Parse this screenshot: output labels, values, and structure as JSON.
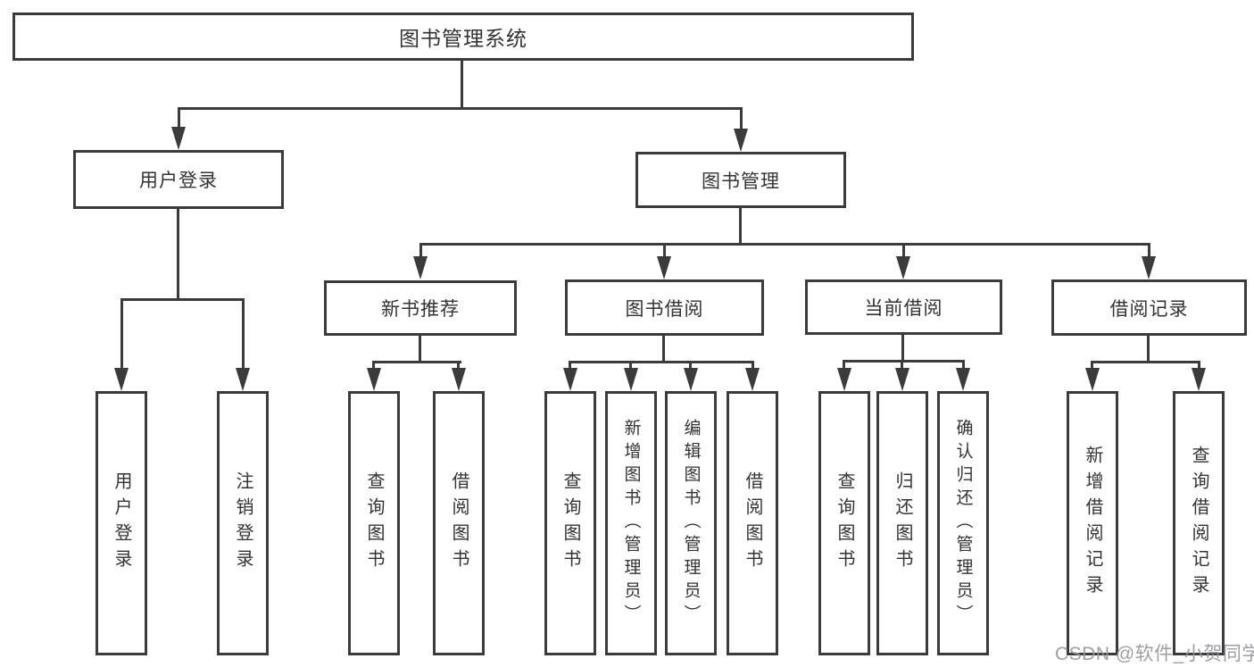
{
  "tree": {
    "root": {
      "label": "图书管理系统"
    },
    "branches": [
      {
        "label": "用户登录",
        "children": [
          {
            "label": "用户登录"
          },
          {
            "label": "注销登录"
          }
        ]
      },
      {
        "label": "图书管理",
        "children": [
          {
            "label": "新书推荐",
            "children": [
              {
                "label": "查询图书"
              },
              {
                "label": "借阅图书"
              }
            ]
          },
          {
            "label": "图书借阅",
            "children": [
              {
                "label": "查询图书"
              },
              {
                "label": "新增图书（管理员）"
              },
              {
                "label": "编辑图书（管理员）"
              },
              {
                "label": "借阅图书"
              }
            ]
          },
          {
            "label": "当前借阅",
            "children": [
              {
                "label": "查询图书"
              },
              {
                "label": "归还图书"
              },
              {
                "label": "确认归还（管理员）"
              }
            ]
          },
          {
            "label": "借阅记录",
            "children": [
              {
                "label": "新增借阅记录"
              },
              {
                "label": "查询借阅记录"
              }
            ]
          }
        ]
      }
    ]
  },
  "watermark": {
    "text": "CSDN @软件_小贺同学"
  },
  "colors": {
    "line": "#3b3b3b",
    "text": "#333333",
    "watermark": "#96969e",
    "background": "#ffffff"
  }
}
